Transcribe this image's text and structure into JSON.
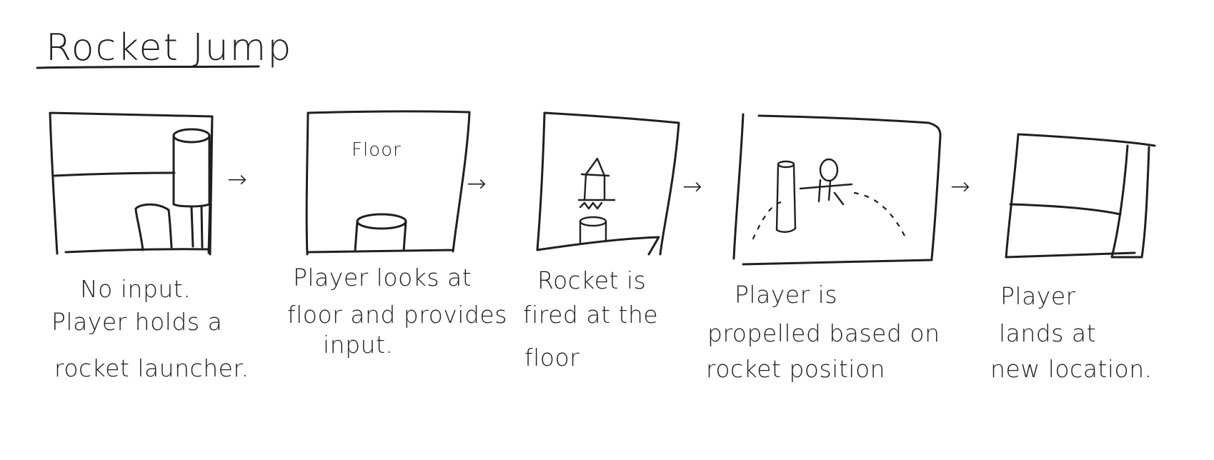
{
  "title": "Rocket Jump",
  "panels": [
    {
      "caption_lines": [
        "No input.",
        "Player holds a",
        "rocket launcher."
      ]
    },
    {
      "floor_label": "Floor",
      "caption_lines": [
        "Player looks at",
        "floor and provides",
        "input."
      ]
    },
    {
      "caption_lines": [
        "Rocket is",
        "fired at the",
        "floor"
      ]
    },
    {
      "caption_lines": [
        "Player is",
        "propelled based on",
        "rocket position"
      ]
    },
    {
      "caption_lines": [
        "Player",
        "lands at",
        "new location."
      ]
    }
  ],
  "arrows": [
    "→",
    "→",
    "→",
    "→"
  ],
  "icons": [
    "hand-drawn-panel",
    "arrow-right-icon",
    "rocket-icon",
    "rocket-launcher-icon",
    "player-figure-icon"
  ],
  "colors": {
    "ink": "#1f1f1f",
    "background": "#ffffff"
  }
}
